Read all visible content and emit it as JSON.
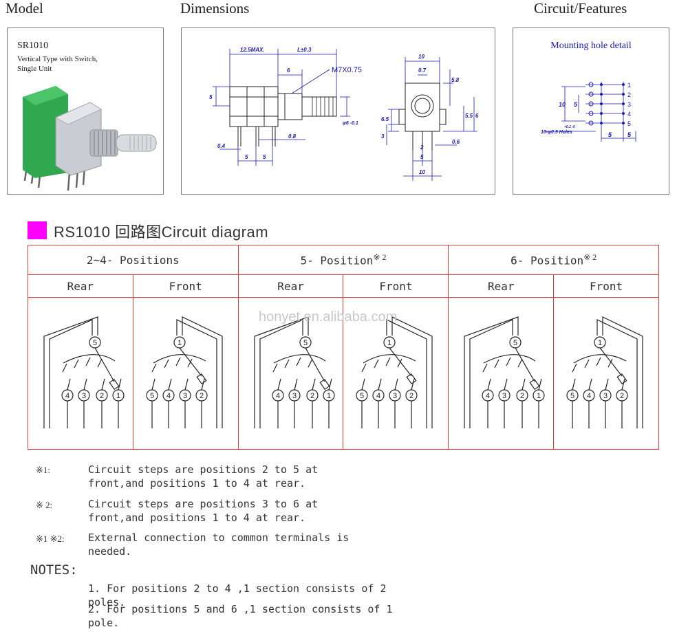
{
  "headers": {
    "model": "Model",
    "dimensions": "Dimensions",
    "circuit": "Circuit/Features"
  },
  "model_box": {
    "name": "SR1010",
    "desc_line1": "Vertical Type with Switch,",
    "desc_line2": "Single Unit"
  },
  "dim_labels": {
    "max": "12.5MAX.",
    "l": "L±0.3",
    "six_a": "6",
    "thread": "M7X0.75",
    "five_a": "5",
    "zero4": "0.4",
    "zero8": "0.8",
    "five_b": "5",
    "five_c": "5",
    "ten_a": "10",
    "zero7": "0.7",
    "five8": "5.8",
    "five5": "5.5",
    "six_b": "6",
    "six5": "6.5",
    "three": "3",
    "two": "2",
    "zero6": "0.6",
    "five_d": "5",
    "ten_b": "10",
    "phi": "φ6 -0.1"
  },
  "mount_box": {
    "title": "Mounting hole detail",
    "ten": "10",
    "five": "5",
    "holes": "10-φ0.9 Holes",
    "tol": "+0.1 -0",
    "b5a": "5",
    "b5b": "5",
    "p1": "1",
    "p2": "2",
    "p3": "3",
    "p4": "4",
    "p5": "5"
  },
  "section": {
    "title": "RS1010 回路图Circuit diagram"
  },
  "table": {
    "groups": [
      "2~4- Positions",
      "5- Position",
      "6- Position"
    ],
    "mark": "※ 2",
    "subs": [
      "Rear",
      "Front",
      "Rear",
      "Front",
      "Rear",
      "Front"
    ]
  },
  "watermark": "honyet.en.alibaba.com",
  "footnotes": [
    {
      "mark": "※1:",
      "line1": "Circuit steps are positions 2 to 5 at",
      "line2": "front,and positions 1 to 4 at rear."
    },
    {
      "mark": "※ 2:",
      "line1": "Circuit steps are positions 3 to 6 at",
      "line2": "front,and positions 1 to 4 at rear."
    },
    {
      "mark": "※1 ※2:",
      "line1": "External connection to common terminals is",
      "line2": "needed."
    }
  ],
  "notes": {
    "heading": "NOTES:",
    "n1_line1": "1. For positions 2 to 4 ,1 section consists of 2",
    "n1_line2": "poles.",
    "n2_line1": "2. For positions 5 and 6 ,1 section consists of 1",
    "n2_line2": "pole."
  },
  "colors": {
    "border_red": "#e03c3c",
    "magenta": "#ff00ff",
    "blue": "#1a1ab8",
    "mark_green": "#2a8a2a"
  },
  "diagrams": [
    {
      "common": "5",
      "terms": [
        "4",
        "3",
        "2",
        "1"
      ]
    },
    {
      "common": "1",
      "terms": [
        "5",
        "4",
        "3",
        "2"
      ]
    },
    {
      "common": "5",
      "terms": [
        "4",
        "3",
        "2",
        "1"
      ]
    },
    {
      "common": "1",
      "terms": [
        "5",
        "4",
        "3",
        "2"
      ]
    },
    {
      "common": "5",
      "terms": [
        "4",
        "3",
        "2",
        "1"
      ]
    },
    {
      "common": "1",
      "terms": [
        "5",
        "4",
        "3",
        "2"
      ]
    }
  ]
}
